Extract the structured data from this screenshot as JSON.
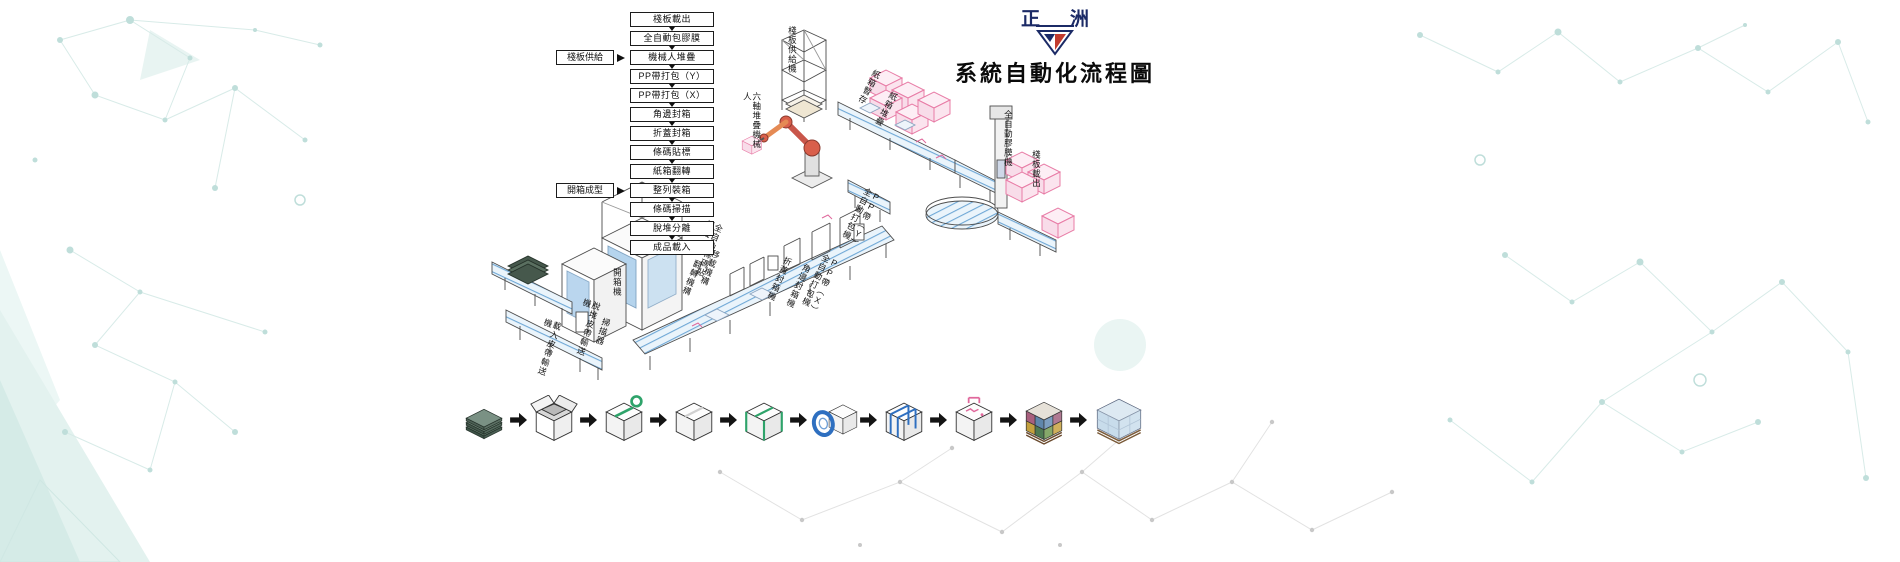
{
  "brand": {
    "name": "正洲",
    "title": "系統自動化流程圖"
  },
  "flowchart": {
    "steps": [
      "棧板載出",
      "全自動包膠膜",
      "機械人堆疊",
      "PP帶打包（Y）",
      "PP帶打包（X）",
      "角邊封箱",
      "折蓋封箱",
      "條碼貼標",
      "紙箱翻轉",
      "整列裝箱",
      "條碼掃描",
      "脫堆分離",
      "成品載入"
    ],
    "side_labels": [
      {
        "label": "棧板供給"
      },
      {
        "label": "開箱成型"
      }
    ]
  },
  "machine_labels": [
    "棧板供給機",
    "六軸堆疊機械人",
    "紙箱暫存",
    "紙箱堆疊",
    "全自動膠膜機",
    "棧板載出",
    "PP帶（Y）全自動打包機",
    "PP帶（X）全自動打包機",
    "角邊封箱機",
    "折蓋封箱機",
    "移載機構",
    "翻轉機構",
    "全自動條碼貼標機",
    "開箱機",
    "脫堆皮帶輸送機",
    "掃描器",
    "載入皮帶輸送機"
  ],
  "process_stages": [
    "flat-cartons",
    "erected-open-box",
    "tape-sealing",
    "sealed-box",
    "edge-taped-box",
    "pp-strap-coil",
    "strapped-box",
    "labeling",
    "palletized-stack",
    "wrapped-pallet"
  ],
  "colors": {
    "conveyor_blue": "#6fa8d6",
    "accent_pink": "#e87ca6",
    "robot_red": "#d95f4b",
    "tape_green": "#2ea36a",
    "strap_blue": "#2e6fc0",
    "brand_navy": "#1b2a66",
    "brand_red": "#c23b2e",
    "bg_teal": "#d8ebe8"
  }
}
